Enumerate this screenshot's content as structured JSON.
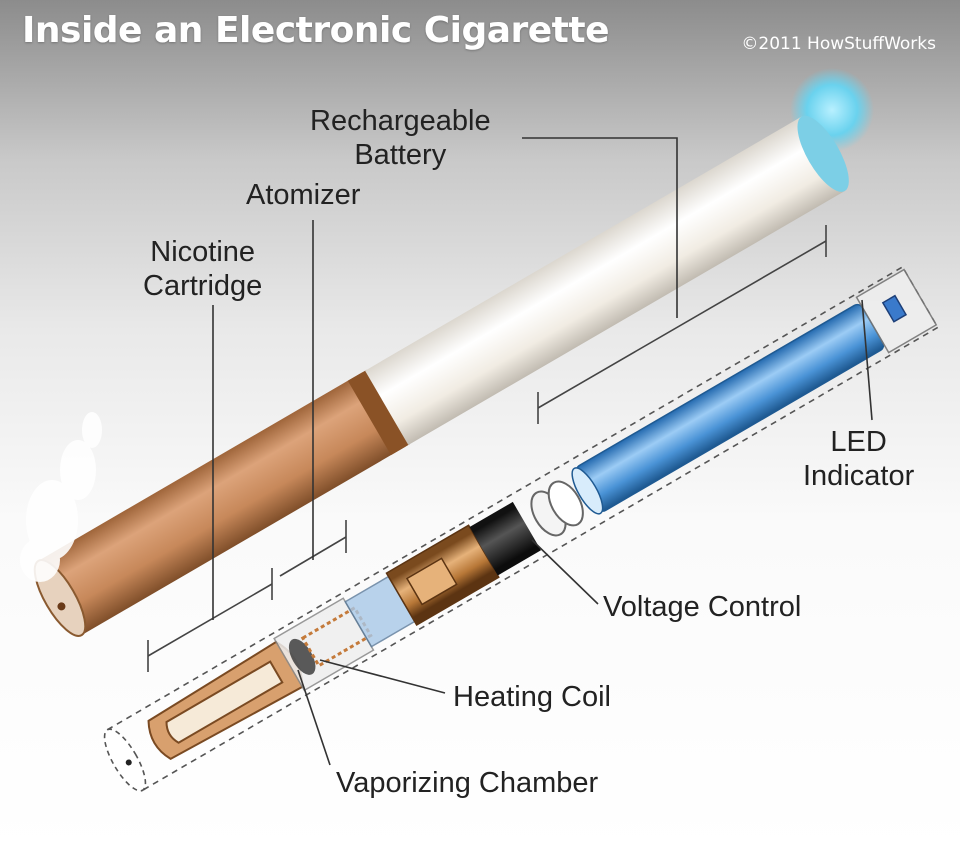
{
  "title": "Inside an Electronic Cigarette",
  "credit": "©2011 HowStuffWorks",
  "labels": {
    "rechargeable_battery": [
      "Rechargeable",
      "Battery"
    ],
    "atomizer": "Atomizer",
    "nicotine_cartridge": [
      "Nicotine",
      "Cartridge"
    ],
    "led_indicator": [
      "LED",
      "Indicator"
    ],
    "voltage_control": "Voltage Control",
    "heating_coil": "Heating Coil",
    "vaporizing_chamber": "Vaporizing Chamber"
  },
  "colors": {
    "filter_tan": "#c98a5a",
    "body_white": "#f4f1eb",
    "battery_blue": "#4a93d6",
    "led_glow": "#6ad2ee",
    "brass": "#c48a4a",
    "line": "#555555"
  }
}
